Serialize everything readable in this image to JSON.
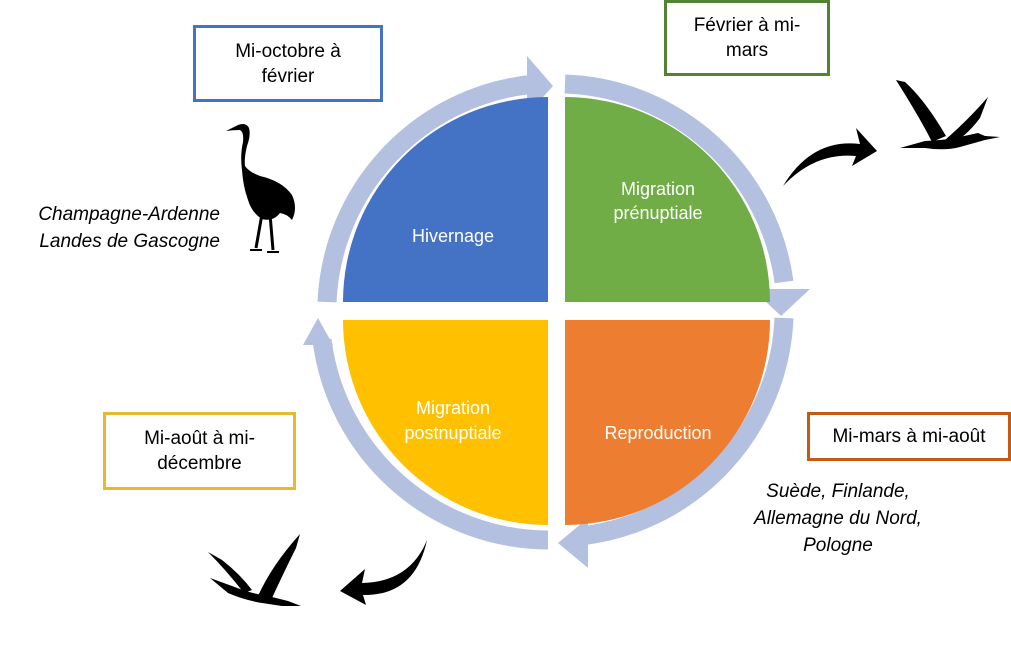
{
  "quadrants": {
    "hivernage": {
      "label": "Hivernage",
      "color": "#4472c4"
    },
    "prenuptiale": {
      "line1": "Migration",
      "line2": "prénuptiale",
      "color": "#70ad47"
    },
    "reproduction": {
      "label": "Reproduction",
      "color": "#ed7d31"
    },
    "postnuptiale": {
      "line1": "Migration",
      "line2": "postnuptiale",
      "color": "#ffc000"
    }
  },
  "cycle_arrow_color": "#b4c0e0",
  "periods": {
    "hivernage": {
      "line1": "Mi-octobre à",
      "line2": "février",
      "border_color": "#4472c4"
    },
    "prenuptiale": {
      "line1": "Février à mi-",
      "line2": "mars",
      "border_color": "#548235"
    },
    "reproduction": {
      "line1": "Mi-mars à mi-août",
      "border_color": "#c55a11"
    },
    "postnuptiale": {
      "line1": "Mi-août à mi-",
      "line2": "décembre",
      "border_color": "#e8b92a"
    }
  },
  "regions": {
    "hivernage": {
      "line1": "Champagne-Ardenne",
      "line2": "Landes de Gascogne"
    },
    "reproduction": {
      "line1": "Suède, Finlande,",
      "line2": "Allemagne du Nord,",
      "line3": "Pologne"
    }
  },
  "icons": {
    "standing_crane": "standing-crane-icon",
    "flying_crane_right": "flying-crane-right-icon",
    "flying_crane_left": "flying-crane-left-icon",
    "curved_arrow": "curved-arrow-icon"
  }
}
